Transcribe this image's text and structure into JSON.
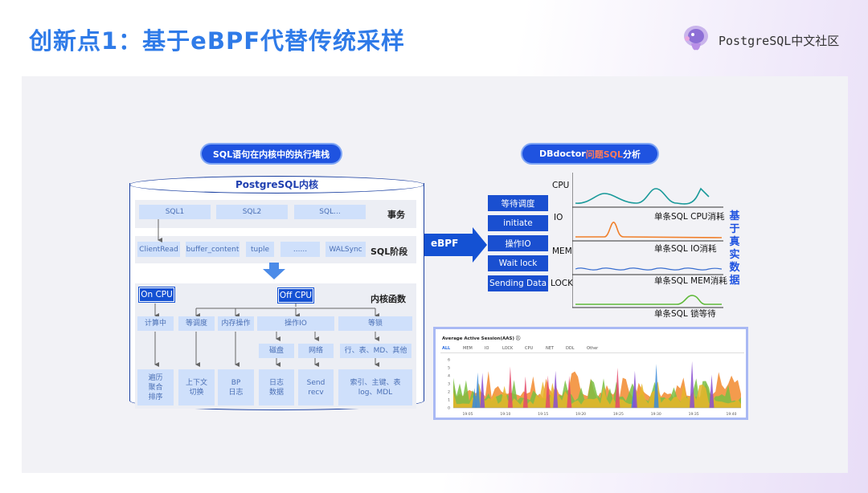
{
  "header": {
    "title": "创新点1：基于eBPF代替传统采样",
    "brand": "PostgreSQL中文社区"
  },
  "left": {
    "pill": "SQL语句在内核中的执行堆栈",
    "cylinder_label": "PostgreSQL内核",
    "row1": {
      "label": "事务",
      "boxes": [
        "SQL1",
        "SQL2",
        "SQL..."
      ]
    },
    "row2": {
      "label": "SQL阶段",
      "boxes": [
        "ClientRead",
        "buffer_content",
        "tuple",
        "......",
        "WALSync"
      ]
    },
    "row3": {
      "label": "内核函数",
      "on_cpu": "On CPU",
      "off_cpu": "Off CPU",
      "level1": [
        "计算中",
        "等调度",
        "内存操作",
        "操作IO",
        "等锁"
      ],
      "level2": [
        "磁盘",
        "网络",
        "行、表、MD、其他"
      ],
      "level3": [
        "遍历\n聚合\n排序",
        "上下文\n切换",
        "BP\n日志",
        "日志\n数据",
        "Send\nrecv",
        "索引、主键、表\nlog、MDL"
      ]
    }
  },
  "arrow_label": "eBPF",
  "right": {
    "pill_prefix": "DBdoctor",
    "pill_highlight": "问题SQL",
    "pill_suffix": "分析",
    "metrics": [
      "等待调度",
      "initiate",
      "操作IO",
      "Wait lock",
      "Sending Data"
    ],
    "series": [
      {
        "name": "CPU",
        "caption": "单条SQL CPU消耗",
        "color": "#1a9a9a"
      },
      {
        "name": "IO",
        "caption": "单条SQL IO消耗",
        "color": "#f07f2a"
      },
      {
        "name": "MEM",
        "caption": "单条SQL MEM消耗",
        "color": "#3a6fd0"
      },
      {
        "name": "LOCK",
        "caption": "单条SQL 锁等待",
        "color": "#5fb93a"
      }
    ],
    "vertical_text": [
      "基",
      "于",
      "真",
      "实",
      "数",
      "据"
    ]
  },
  "aas_chart": {
    "title": "Average Active Session(AAS)",
    "tabs": [
      "ALL",
      "MEM",
      "IO",
      "LOCK",
      "CPU",
      "NET",
      "DDL",
      "Other"
    ],
    "y_ticks": [
      "0",
      "1",
      "2",
      "3",
      "4",
      "5",
      "6"
    ],
    "x_ticks": [
      "19:05",
      "19:10",
      "19:15",
      "19:20",
      "19:25",
      "19:30",
      "19:35",
      "19:40"
    ]
  },
  "chart_data": {
    "type": "area",
    "title": "Average Active Session(AAS)",
    "ylim": [
      0,
      6
    ],
    "categories": [
      "19:05",
      "19:10",
      "19:15",
      "19:20",
      "19:25",
      "19:30",
      "19:35",
      "19:40"
    ],
    "series_colors": [
      "#f28a2e",
      "#7ac043",
      "#e6b52a",
      "#8a4fd1",
      "#e44a6a",
      "#3a8ad8"
    ]
  }
}
